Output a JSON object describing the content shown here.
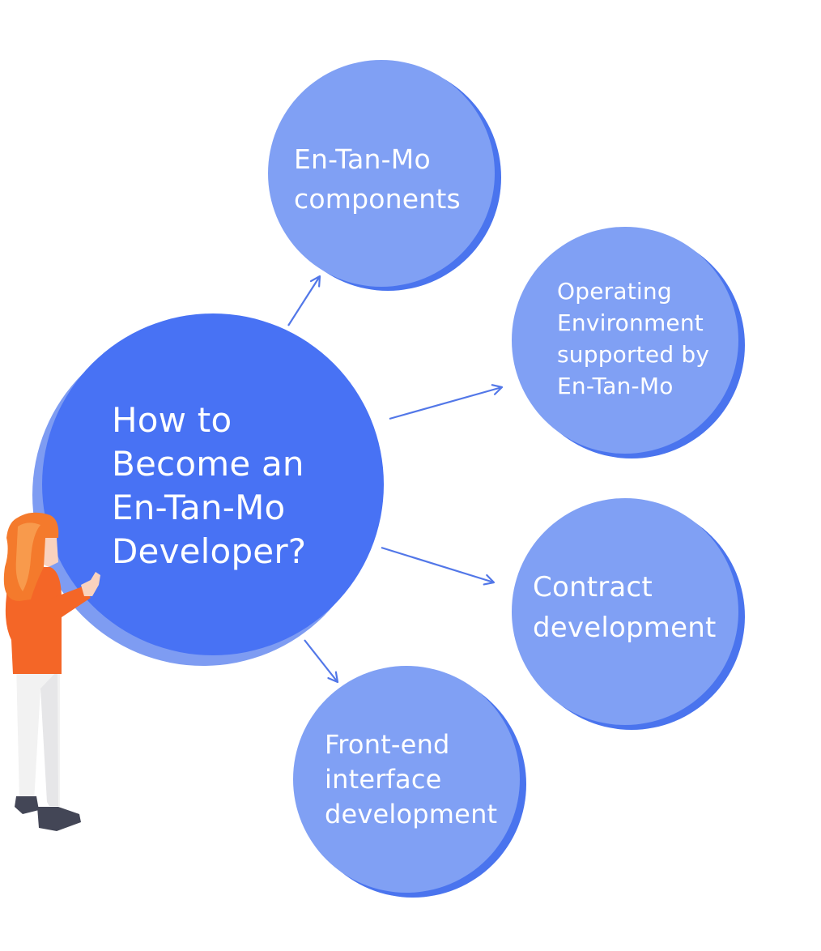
{
  "diagram": {
    "center": {
      "lines": [
        "How to",
        "Become an",
        "En-Tan-Mo",
        "Developer?"
      ]
    },
    "topics": [
      {
        "lines": [
          "En-Tan-Mo",
          "components"
        ]
      },
      {
        "lines": [
          "Operating",
          "Environment",
          "supported by",
          "En-Tan-Mo"
        ]
      },
      {
        "lines": [
          "Contract",
          "development"
        ]
      },
      {
        "lines": [
          "Front-end",
          "interface",
          "development"
        ]
      }
    ]
  },
  "colors": {
    "center_fill": "#4872F4",
    "center_shadow": "#7E9CF2",
    "topic_fill": "#80A0F4",
    "topic_shadow": "#4A74EE",
    "arrow": "#5277E8",
    "figure_hair": "#F47A2C",
    "figure_shirt": "#F46627",
    "figure_skin": "#F9D2BE",
    "figure_pants": "#F2F2F2",
    "figure_shoes": "#434656"
  },
  "icons": {
    "figure": "person-pointing-illustration"
  }
}
